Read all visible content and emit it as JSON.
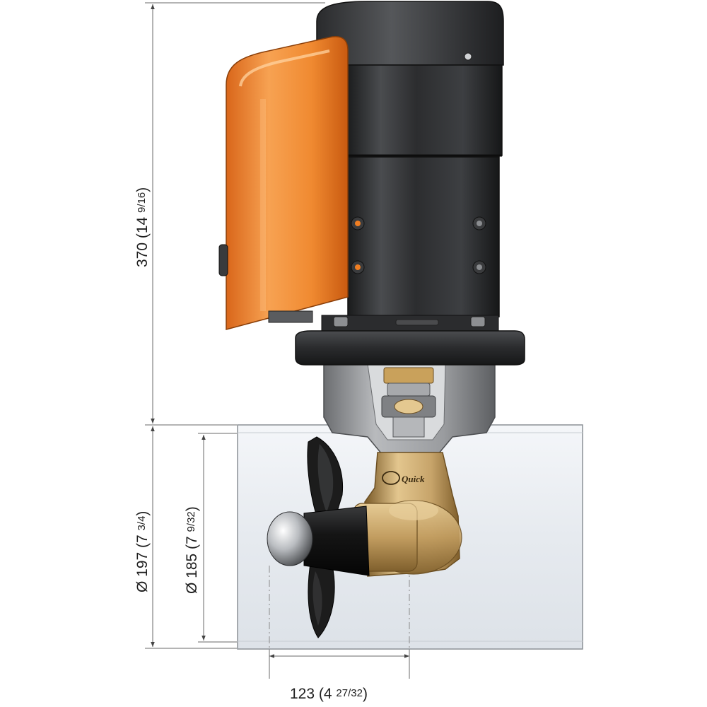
{
  "dimensions": {
    "height": {
      "main": "370 (14 ",
      "fraction": "9/16",
      "close": ")"
    },
    "tunnel_outer_diameter": {
      "main": "Ø 197 (7 ",
      "fraction": "3/4",
      "close": ")"
    },
    "tunnel_inner_diameter": {
      "main": "Ø 185 (7 ",
      "fraction": "9/32",
      "close": ")"
    },
    "propeller_offset": {
      "main": "123 (4 ",
      "fraction": "27/32",
      "close": ")"
    }
  },
  "logo": {
    "text": "Quick"
  },
  "colors": {
    "motor_body": "#2a2b2d",
    "motor_highlight": "#6e7072",
    "cover_orange": "#f07e22",
    "cover_highlight": "#fbb56a",
    "gear_leg": "#9a9c9f",
    "bronze": "#c7a46a",
    "bronze_dark": "#7a5a28",
    "propeller": "#1c1c1c",
    "tunnel": "#e9edf2",
    "dimension_line": "#555555"
  }
}
